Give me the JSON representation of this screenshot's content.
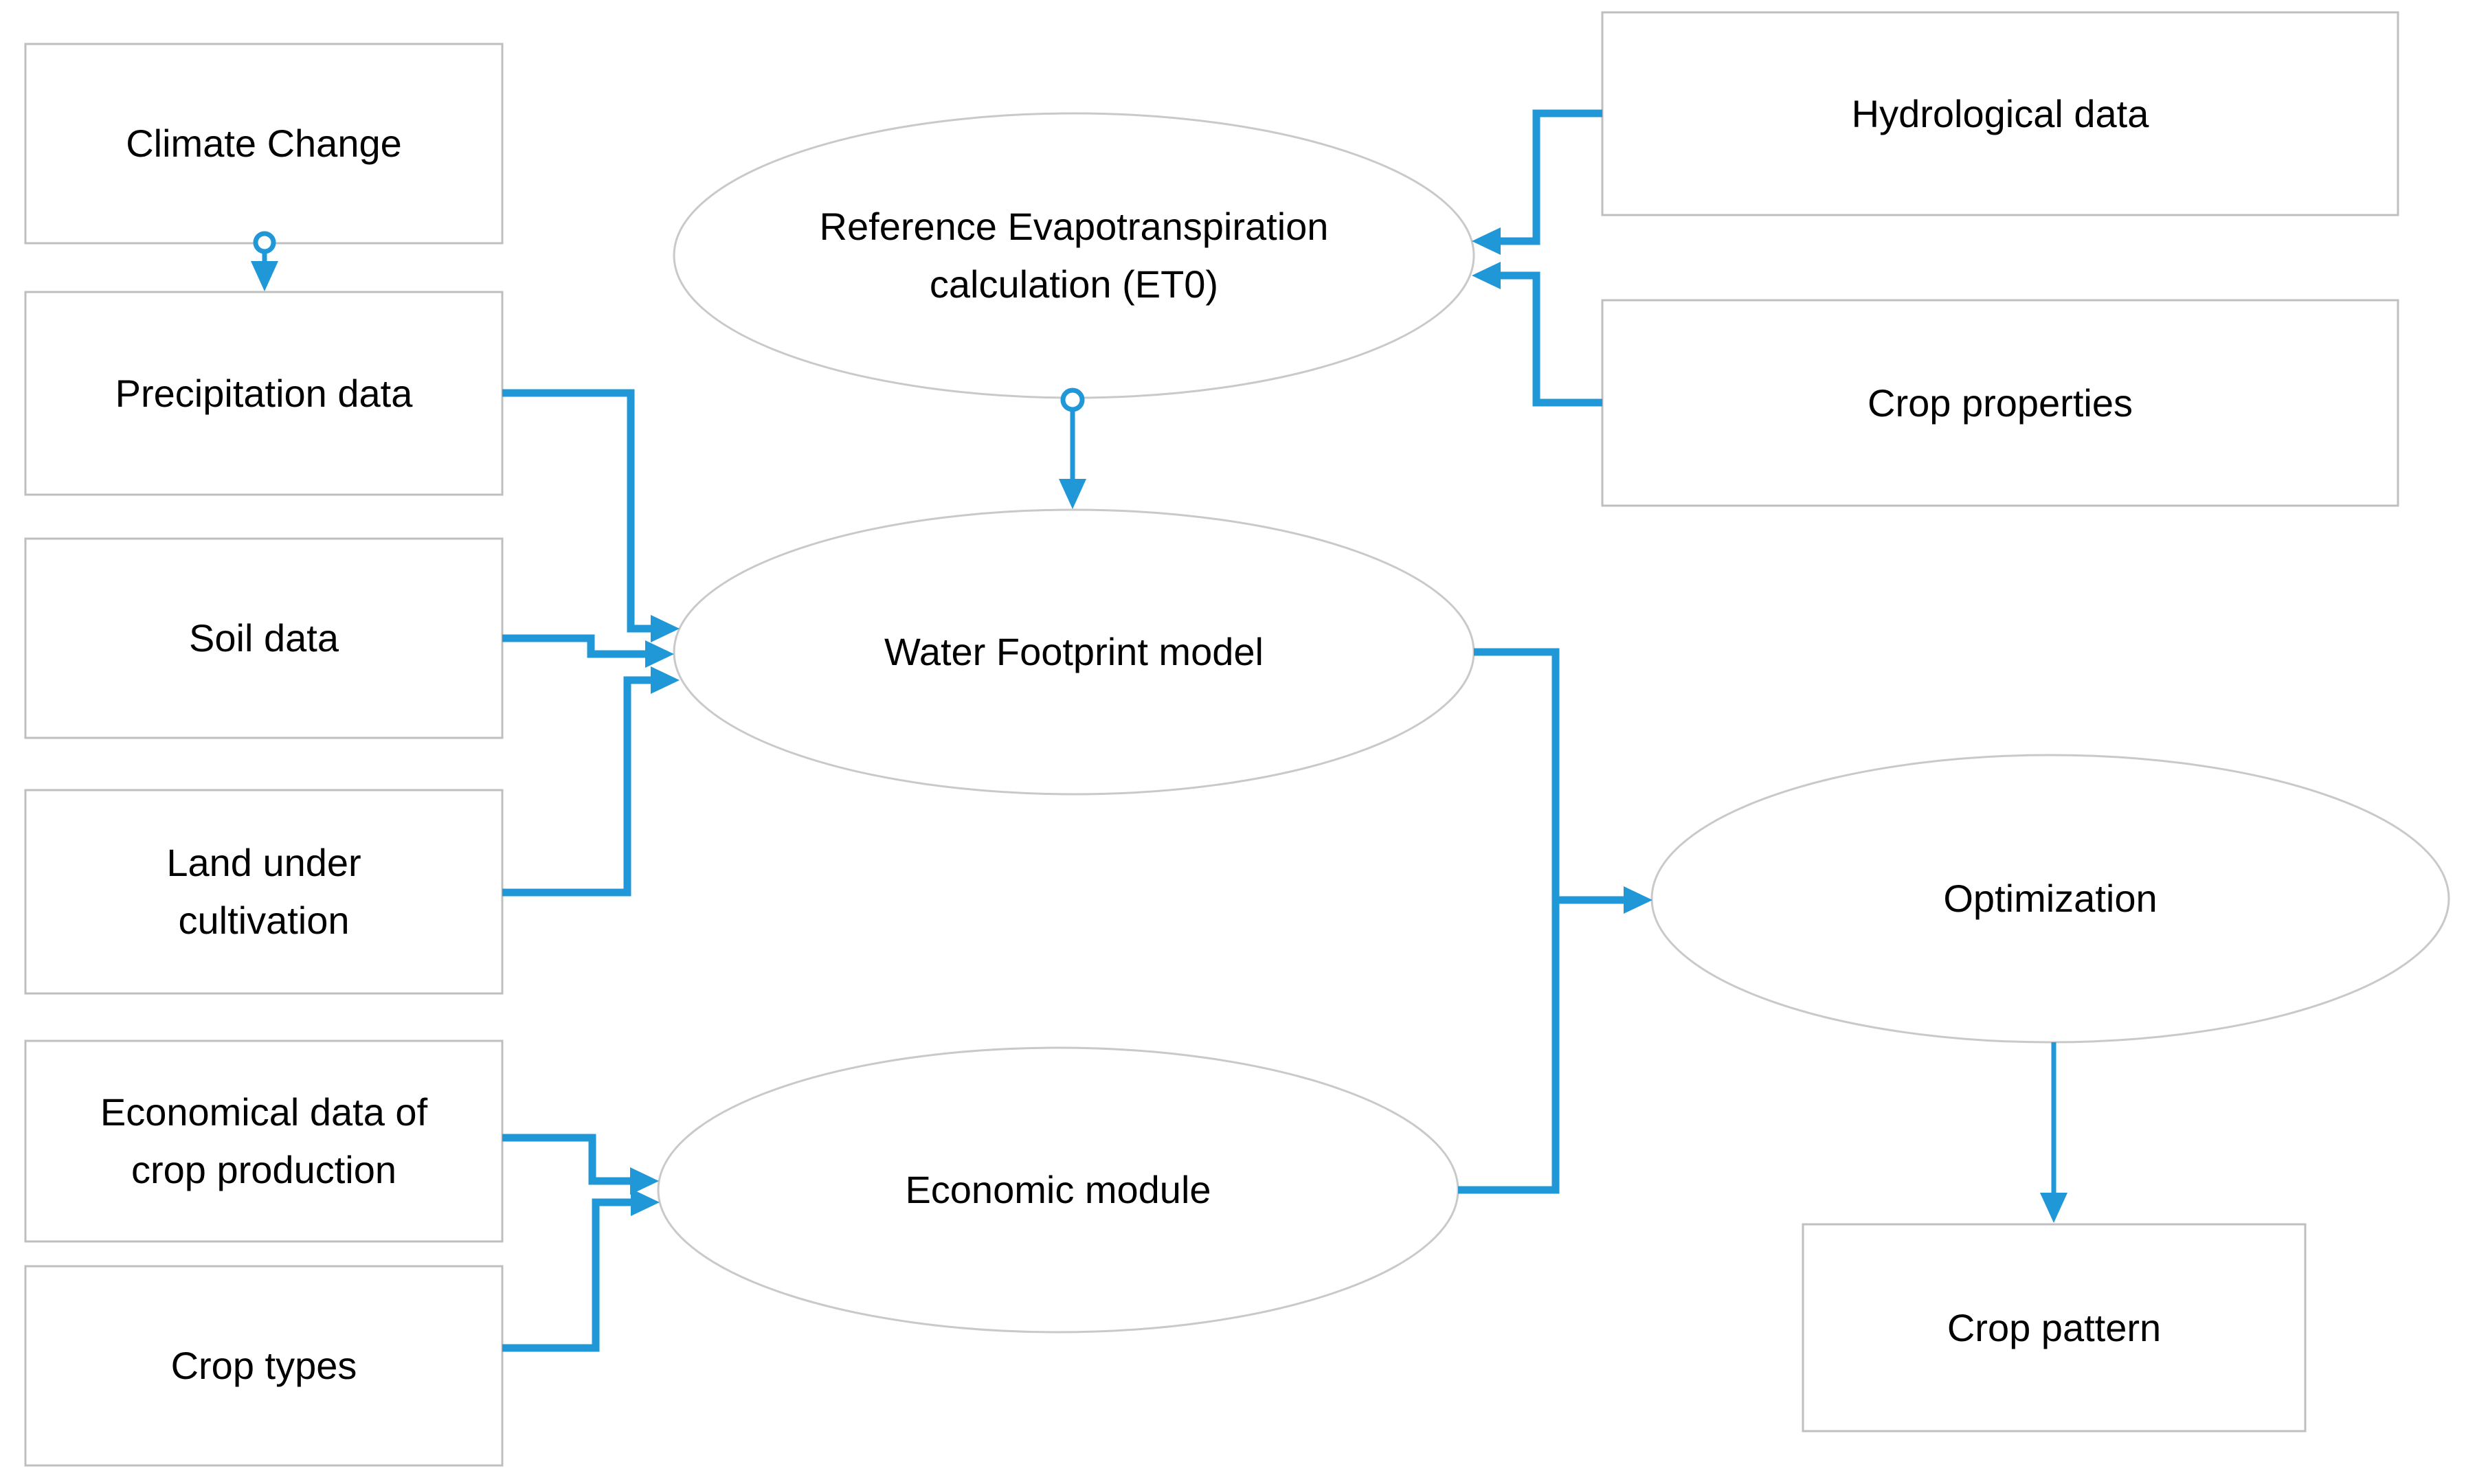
{
  "title": "Water footprint and crop pattern optimization flow diagram",
  "colors": {
    "accent": "#2097D6",
    "box_border": "#BFBFBF",
    "ellipse_border": "#C9C9C9",
    "background": "#FFFFFF",
    "text": "#000000"
  },
  "nodes": {
    "climate_change": {
      "shape": "rectangle",
      "lines": [
        "Climate Change"
      ]
    },
    "precipitation_data": {
      "shape": "rectangle",
      "lines": [
        "Precipitation data"
      ]
    },
    "soil_data": {
      "shape": "rectangle",
      "lines": [
        "Soil data"
      ]
    },
    "land_under_cultivation": {
      "shape": "rectangle",
      "lines": [
        "Land under",
        "cultivation"
      ]
    },
    "economical_data": {
      "shape": "rectangle",
      "lines": [
        "Economical data of",
        "crop production"
      ]
    },
    "crop_types": {
      "shape": "rectangle",
      "lines": [
        "Crop types"
      ]
    },
    "hydrological_data": {
      "shape": "rectangle",
      "lines": [
        "Hydrological data"
      ]
    },
    "crop_properties": {
      "shape": "rectangle",
      "lines": [
        "Crop properties"
      ]
    },
    "crop_pattern": {
      "shape": "rectangle",
      "lines": [
        "Crop pattern"
      ]
    },
    "et0": {
      "shape": "ellipse",
      "lines": [
        "Reference Evapotranspiration",
        "calculation (ET0)"
      ]
    },
    "wf_model": {
      "shape": "ellipse",
      "lines": [
        "Water Footprint model"
      ]
    },
    "economic_module": {
      "shape": "ellipse",
      "lines": [
        "Economic module"
      ]
    },
    "optimization": {
      "shape": "ellipse",
      "lines": [
        "Optimization"
      ]
    }
  },
  "links": [
    {
      "from": "climate_change",
      "to": "precipitation_data",
      "marker": "circle-start-arrow"
    },
    {
      "from": "precipitation_data",
      "to": "wf_model",
      "marker": "arrow"
    },
    {
      "from": "soil_data",
      "to": "wf_model",
      "marker": "arrow"
    },
    {
      "from": "land_under_cultivation",
      "to": "wf_model",
      "marker": "arrow"
    },
    {
      "from": "hydrological_data",
      "to": "et0",
      "marker": "arrow"
    },
    {
      "from": "crop_properties",
      "to": "et0",
      "marker": "arrow"
    },
    {
      "from": "et0",
      "to": "wf_model",
      "marker": "circle-start-arrow"
    },
    {
      "from": "economical_data",
      "to": "economic_module",
      "marker": "arrow"
    },
    {
      "from": "crop_types",
      "to": "economic_module",
      "marker": "arrow"
    },
    {
      "from": "wf_model",
      "to": "optimization",
      "marker": "arrow"
    },
    {
      "from": "economic_module",
      "to": "optimization",
      "marker": "arrow"
    },
    {
      "from": "optimization",
      "to": "crop_pattern",
      "marker": "arrow"
    }
  ]
}
